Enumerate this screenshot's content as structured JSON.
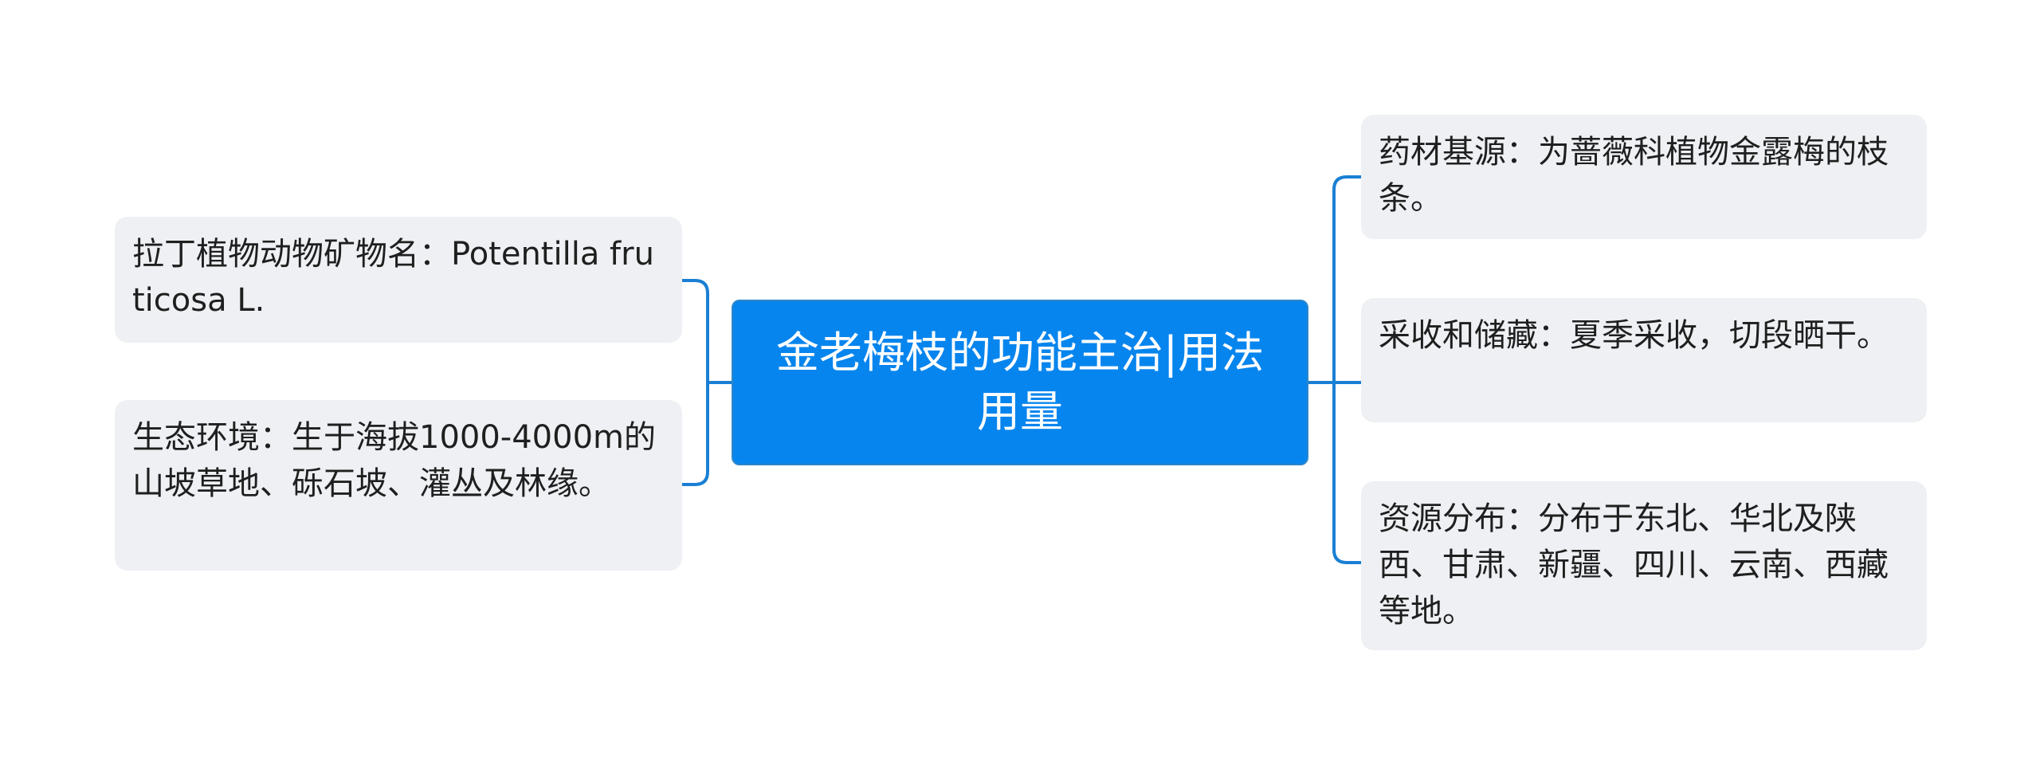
{
  "root": {
    "text": "金老梅枝的功能主治|用法用量"
  },
  "left_nodes": [
    {
      "text": "拉丁植物动物矿物名：Potentilla fruticosa L."
    },
    {
      "text": "生态环境：生于海拔1000-4000m的山坡草地、砾石坡、灌丛及林缘。"
    }
  ],
  "right_nodes": [
    {
      "text": "药材基源：为蔷薇科植物金露梅的枝条。"
    },
    {
      "text": "采收和储藏：夏季采收，切段晒干。"
    },
    {
      "text": "资源分布：分布于东北、华北及陕西、甘肃、新疆、四川、云南、西藏等地。"
    }
  ],
  "colors": {
    "root_fill": "#0785ee",
    "node_fill": "#eef0f3",
    "connector": "#1a7fd4"
  }
}
